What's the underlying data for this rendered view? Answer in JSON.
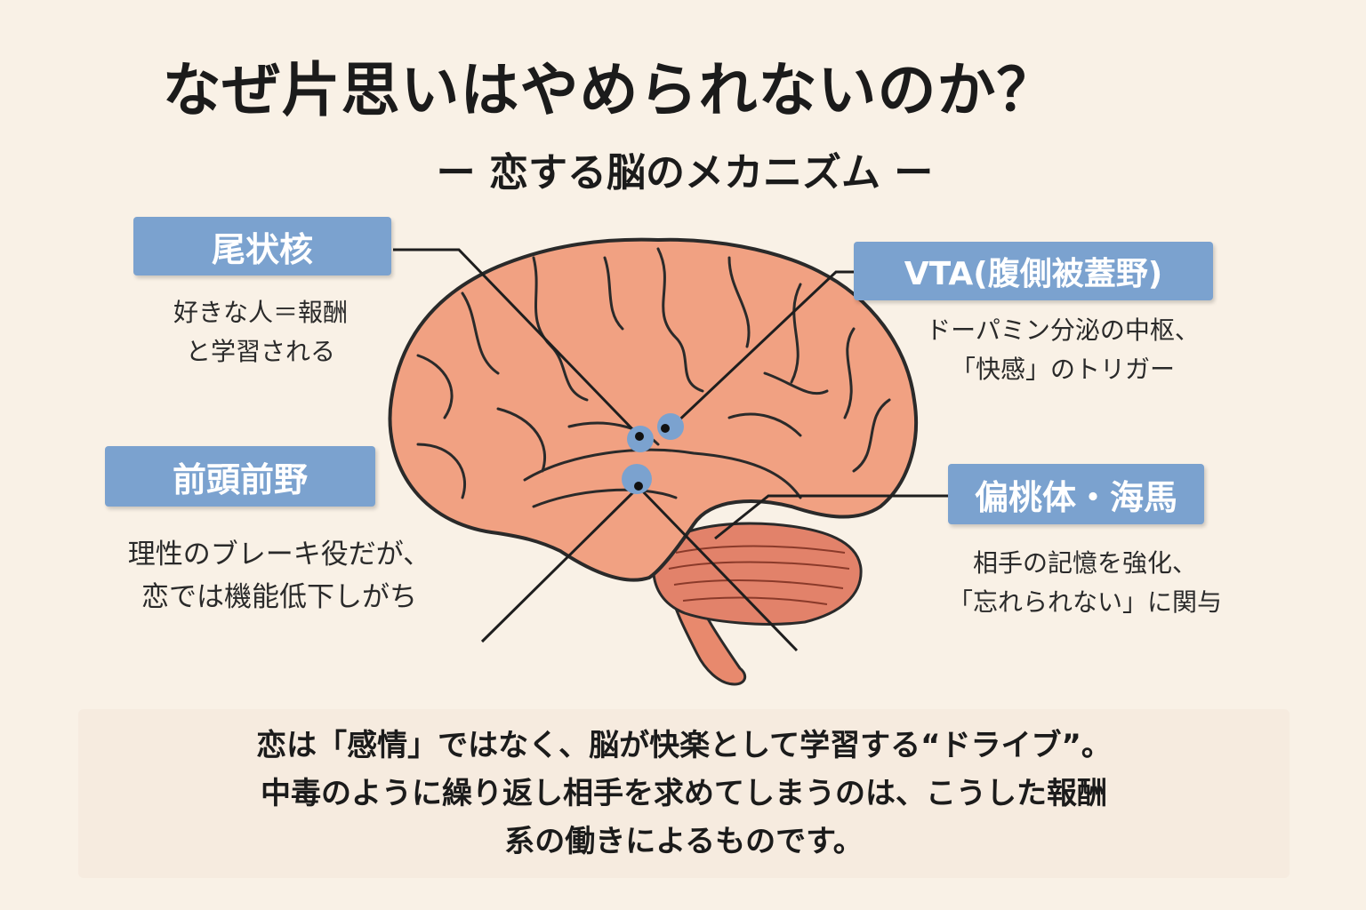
{
  "title": "なぜ片思いはやめられないのか？",
  "subtitle": "ー 恋する脳のメカニズム ー",
  "regions": {
    "caudate": {
      "label": "尾状核",
      "desc": [
        "好きな人＝報酬",
        "と学習される"
      ]
    },
    "prefrontal": {
      "label": "前頭前野",
      "desc": [
        "理性のブレーキ役だが、",
        "恋では機能低下しがち"
      ]
    },
    "vta": {
      "label": "VTA(腹側被蓋野)",
      "desc": [
        "ドーパミン分泌の中枢、",
        "「快感」のトリガー"
      ]
    },
    "amygdala": {
      "label": "偏桃体・海馬",
      "desc": [
        "相手の記憶を強化、",
        "「忘れられない」に関与"
      ]
    }
  },
  "summary": [
    "恋は「感情」ではなく、脳が快楽として学習する“ドライブ”。",
    "中毒のように繰り返し相手を求めてしまうのは、こうした報酬",
    "系の働きによるものです。"
  ],
  "colors": {
    "background": "#f9f1e6",
    "label_bg": "#7ba2cf",
    "brain_fill": "#f1a182",
    "cerebellum_fill": "#e2826a",
    "marker": "#7ba2cf"
  }
}
